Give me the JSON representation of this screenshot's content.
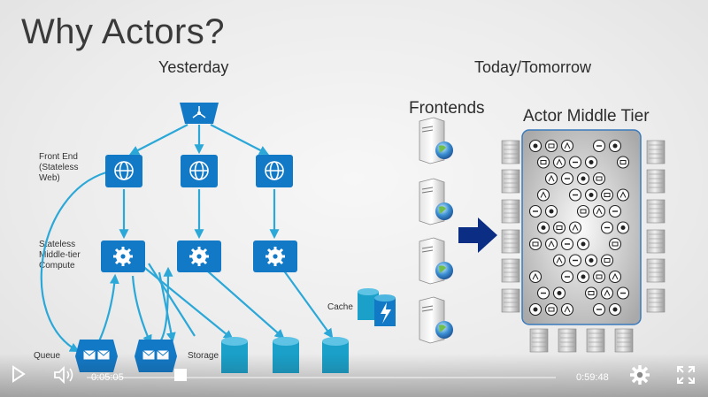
{
  "slide": {
    "title": "Why Actors?",
    "yesterday_heading": "Yesterday",
    "today_heading": "Today/Tomorrow",
    "frontends_label": "Frontends",
    "actor_tier_label": "Actor Middle Tier",
    "front_end_label": [
      "Front End",
      "(Stateless",
      "Web)"
    ],
    "middle_tier_label": [
      "Stateless",
      "Middle-tier",
      "Compute"
    ],
    "queue_label": "Queue",
    "storage_label": "Storage",
    "cache_label": "Cache"
  },
  "player": {
    "current_time": "0:05:05",
    "remaining_time": "0:59:48",
    "progress": 0.2
  },
  "colors": {
    "azure_blue": "#1279c7",
    "arrow_blue": "#2ba8d8",
    "storage_cyan": "#1aa0c9",
    "big_arrow": "#0b2e84"
  },
  "icons": [
    "play-icon",
    "volume-icon",
    "settings-icon",
    "fullscreen-icon",
    "globe-icon",
    "gear-icon",
    "mail-icon",
    "server-icon"
  ]
}
